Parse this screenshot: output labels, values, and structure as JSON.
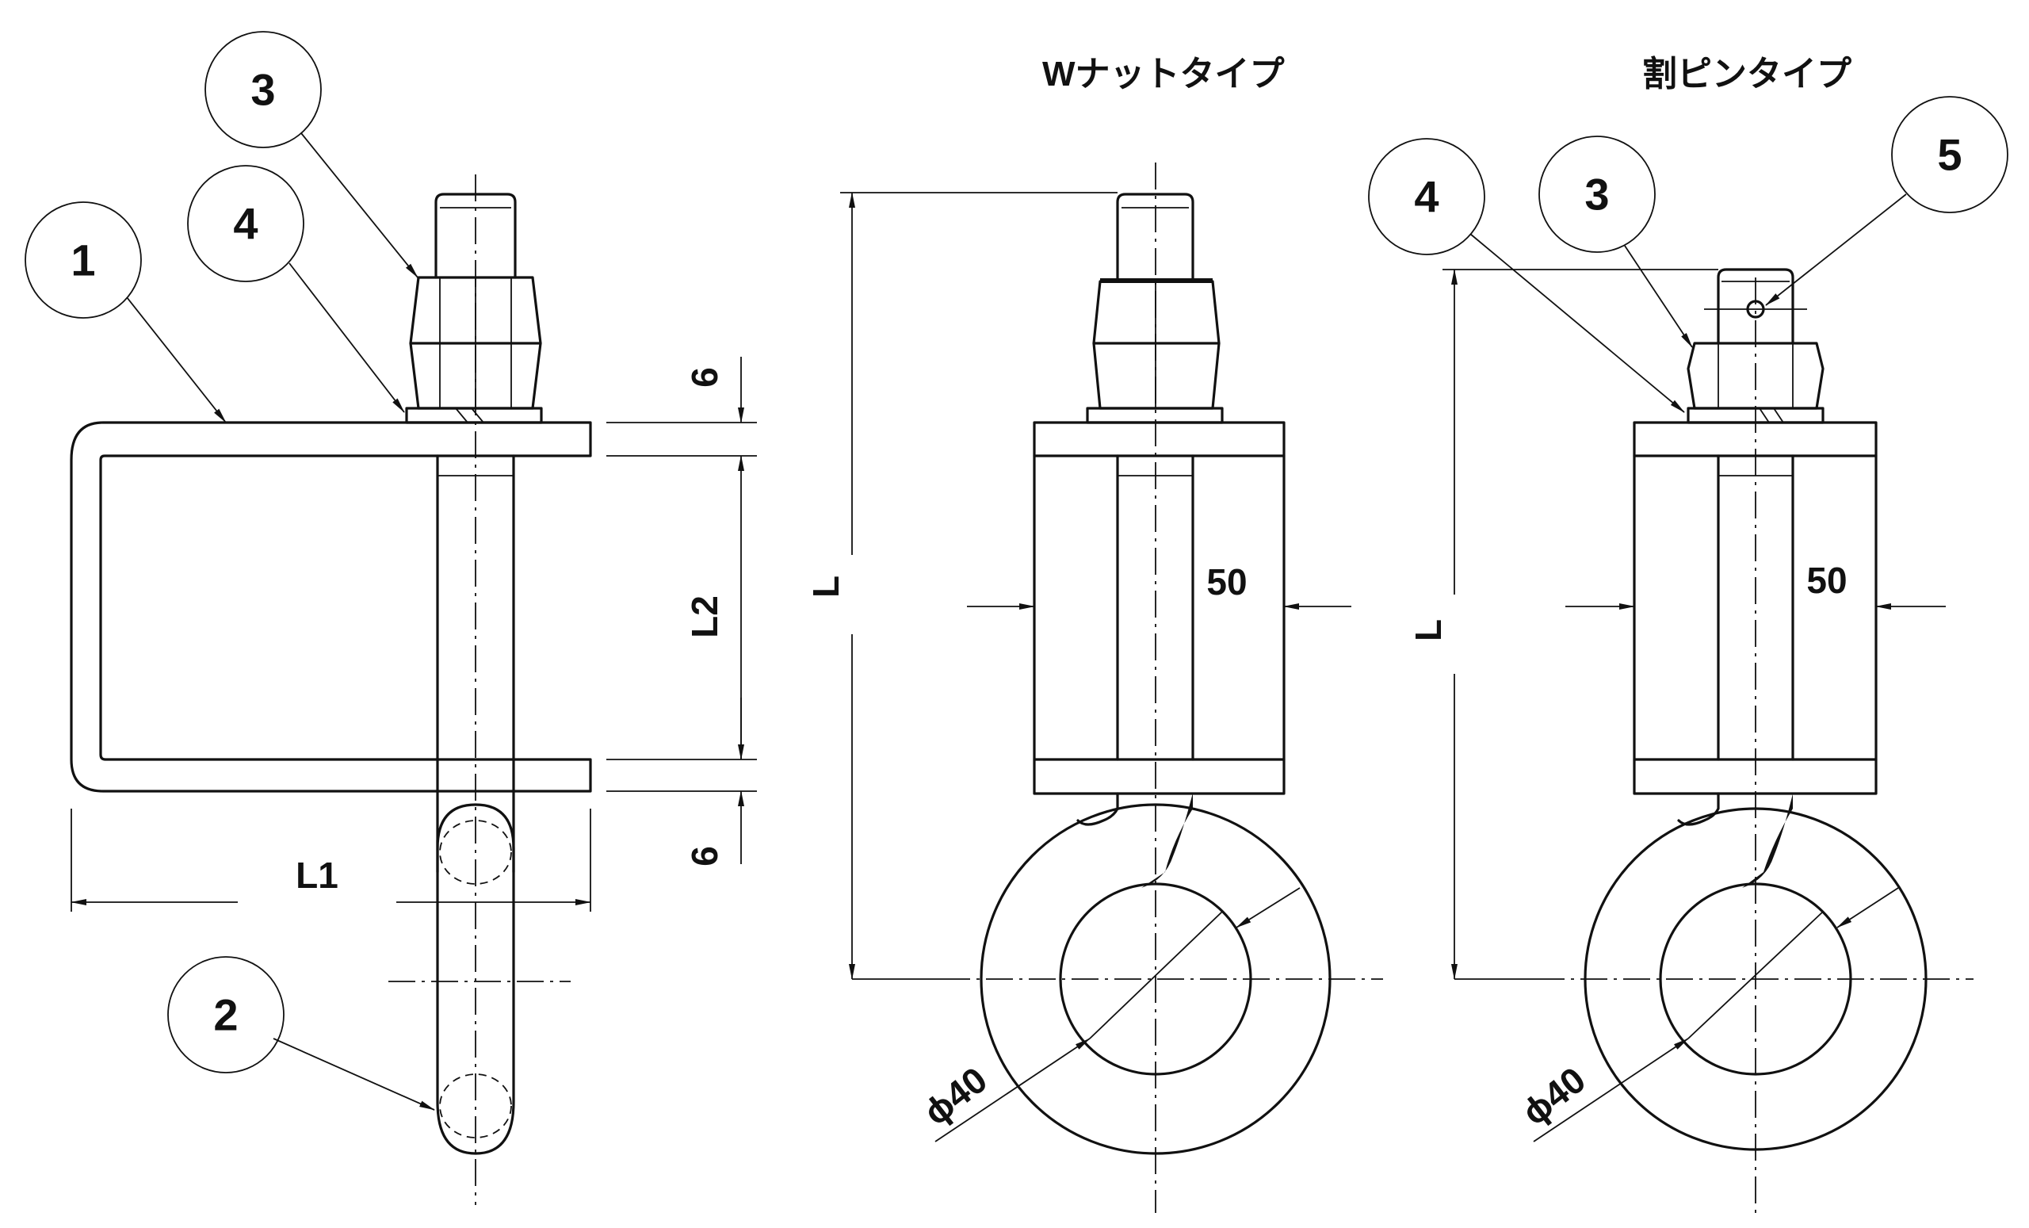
{
  "titles": {
    "w_nut": "Wナットタイプ",
    "split_pin": "割ピンタイプ"
  },
  "balloons": {
    "side_1": "1",
    "side_2": "2",
    "side_3": "3",
    "side_4": "4",
    "split_4": "4",
    "split_3": "3",
    "split_5": "5"
  },
  "dimensions": {
    "side_top_gap": "6",
    "side_bottom_gap": "6",
    "side_l2": "L2",
    "side_l1": "L1",
    "w_nut_l": "L",
    "w_nut_width": "50",
    "w_nut_dia": "ϕ40",
    "split_l": "L",
    "split_width": "50",
    "split_dia": "ϕ40"
  },
  "colors": {
    "line": "#111111",
    "background": "#ffffff"
  }
}
